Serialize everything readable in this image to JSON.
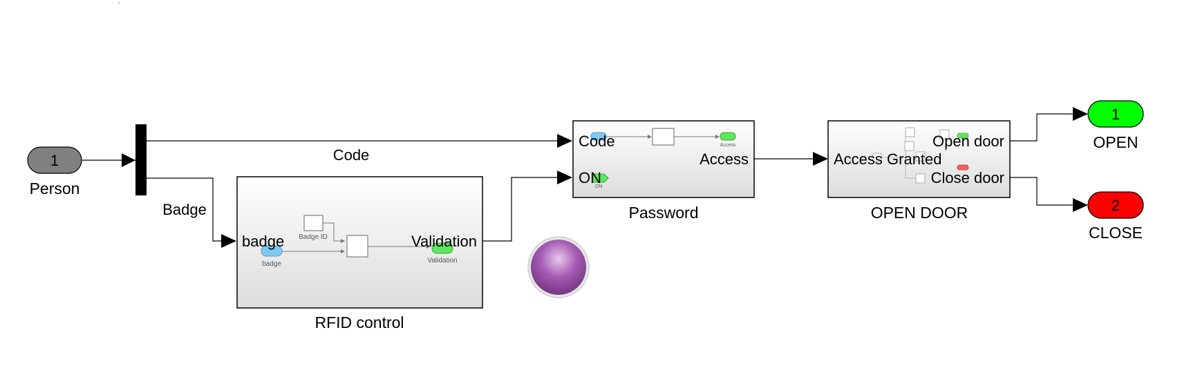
{
  "ports": {
    "person": {
      "number": "1",
      "label": "Person",
      "color": "#808080"
    },
    "open": {
      "number": "1",
      "label": "OPEN",
      "color": "#00ff00"
    },
    "close": {
      "number": "2",
      "label": "CLOSE",
      "color": "#ff0000"
    }
  },
  "signals": {
    "code": "Code",
    "badge": "Badge"
  },
  "blocks": {
    "rfid": {
      "title": "RFID control",
      "in_port": "badge",
      "out_port": "Validation",
      "inner": {
        "constant_label": "Badge ID",
        "in_label": "badge",
        "out_label": "Validation"
      }
    },
    "password": {
      "title": "Password",
      "in_port_1": "Code",
      "in_port_2": "ON",
      "out_port": "Access",
      "inner": {
        "out_label": "Access",
        "in2_label": "ON"
      }
    },
    "open_door": {
      "title": "OPEN DOOR",
      "in_port": "Access Granted",
      "out_port_1": "Open door",
      "out_port_2": "Close door"
    }
  },
  "colors": {
    "inport_blue": "#7ec8f2",
    "outport_green": "#5ee65e",
    "outport_red": "#f06060",
    "lamp": "#9b4fa8"
  }
}
